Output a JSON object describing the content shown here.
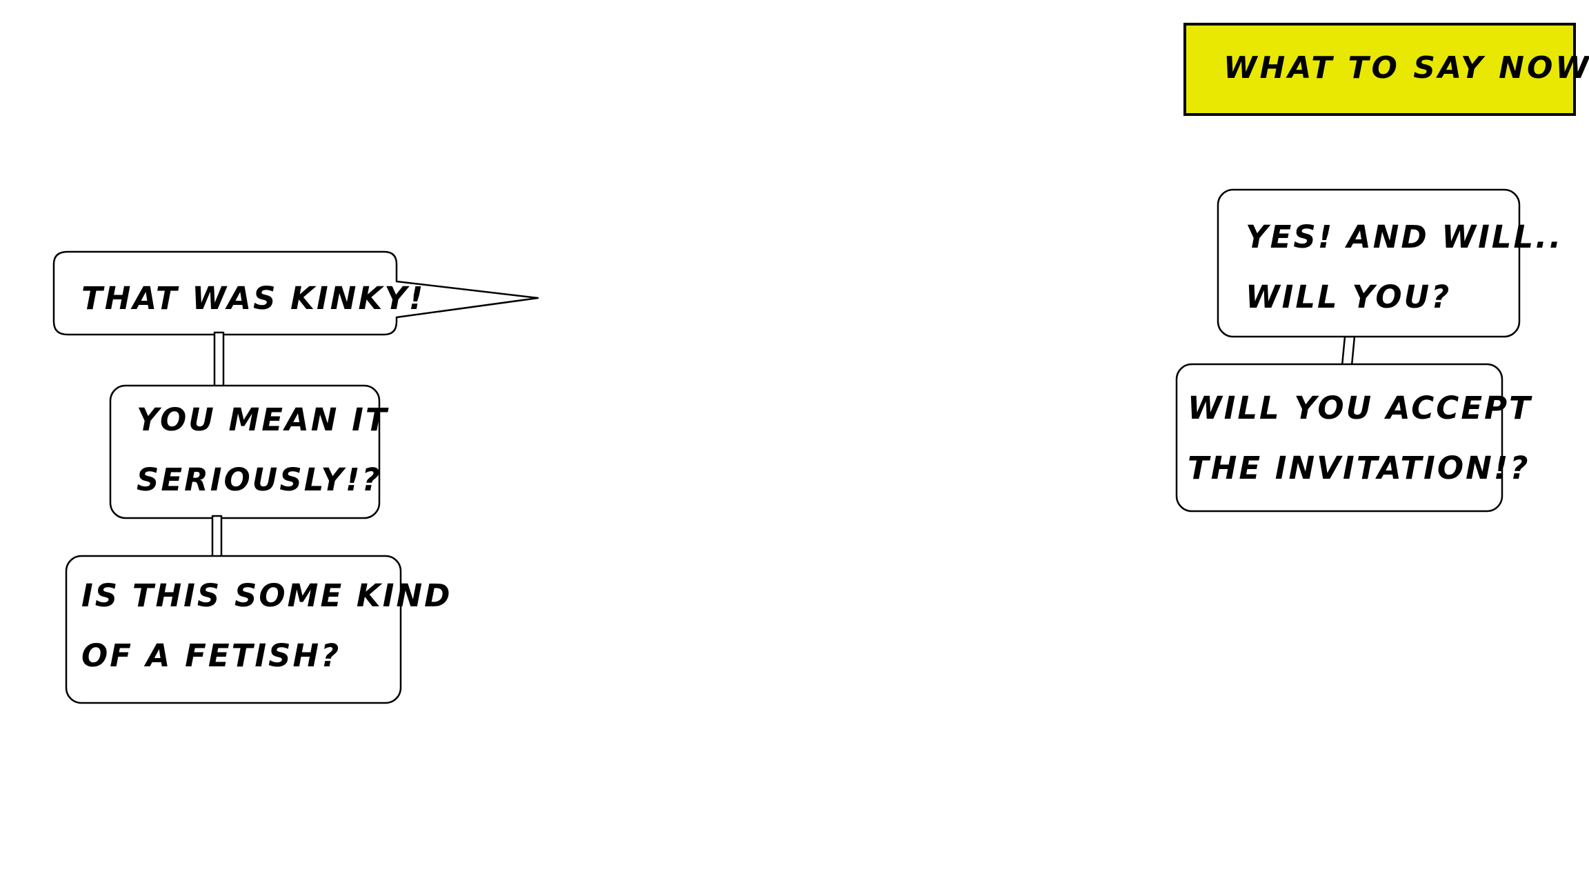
{
  "scene": {
    "prompt_label": "WHAT TO SAY NOW?",
    "left_thread": [
      {
        "text": "THAT WAS KINKY!"
      },
      {
        "text": "YOU MEAN IT\nSERIOUSLY!?"
      },
      {
        "text": "IS THIS SOME KIND\nOF A FETISH?"
      }
    ],
    "right_thread": [
      {
        "text": "YES! AND WILL..\nWILL YOU?"
      },
      {
        "text": "WILL YOU ACCEPT\nTHE INVITATION!?"
      }
    ]
  },
  "colors": {
    "prompt_background": "#e8e802",
    "balloon_fill": "#ffffff",
    "balloon_outline": "#000000",
    "text": "#000000"
  }
}
